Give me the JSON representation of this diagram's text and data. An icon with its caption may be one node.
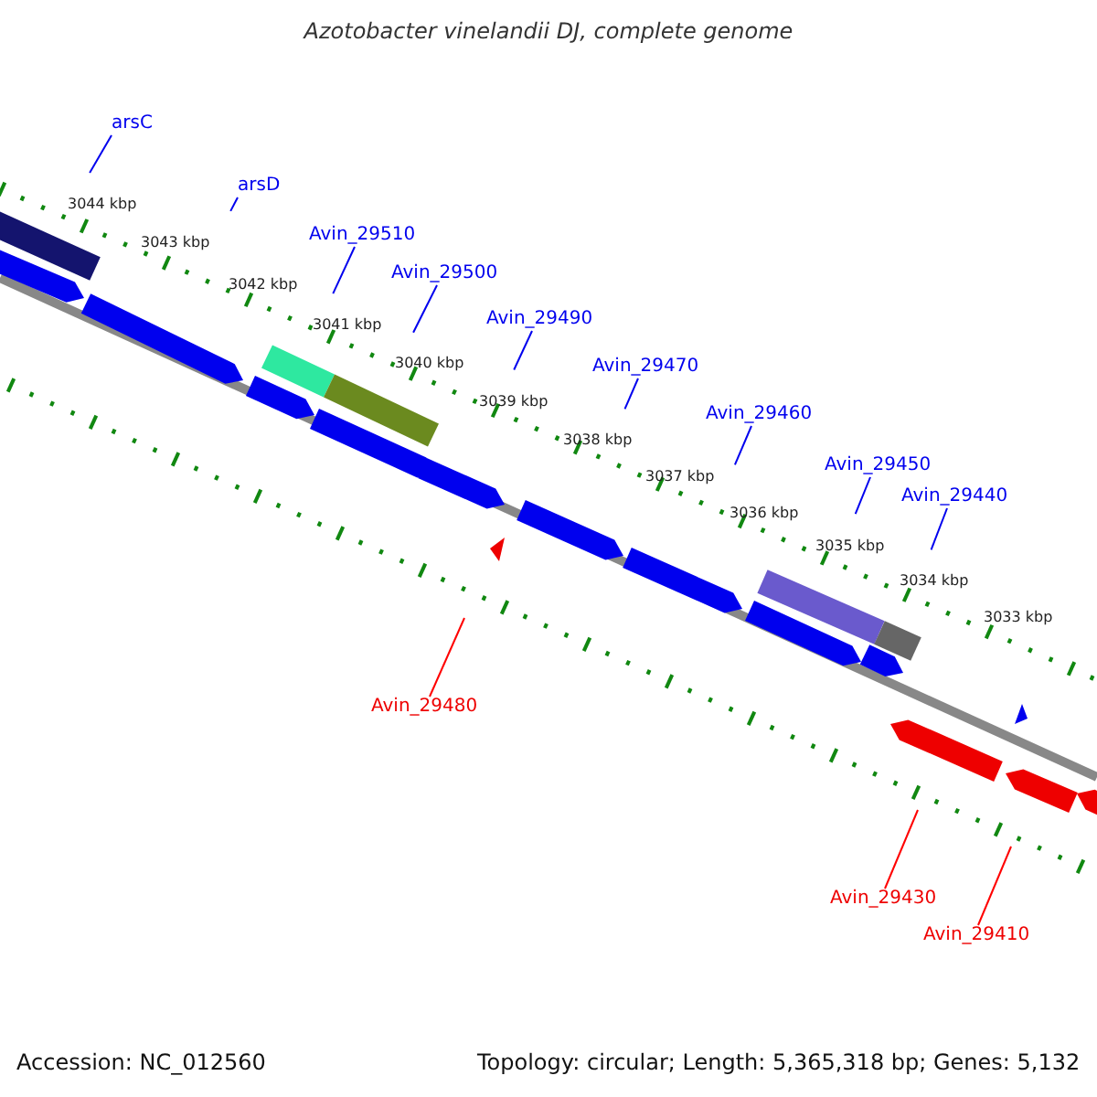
{
  "diagram": {
    "title": "Azotobacter vinelandii DJ, complete genome",
    "nodes": [
      {
        "text": [
          "arsC"
        ]
      },
      {
        "text": [
          "arsD"
        ]
      },
      {
        "text": [
          "Avin_29510"
        ]
      },
      {
        "text": [
          "Avin_29500"
        ]
      },
      {
        "text": [
          "Avin_29490"
        ]
      },
      {
        "text": [
          "Avin_29470"
        ]
      },
      {
        "text": [
          "Avin_29460"
        ]
      },
      {
        "text": [
          "Avin_29450"
        ]
      },
      {
        "text": [
          "Avin_29440"
        ]
      },
      {
        "text": [
          "Avin_29480"
        ]
      },
      {
        "text": [
          "Avin_29430"
        ]
      },
      {
        "text": [
          "Avin_29410"
        ]
      }
    ],
    "edges": [
      {
        "from": 0,
        "to": null,
        "arrow": "none"
      },
      {
        "from": 1,
        "to": null,
        "arrow": "none"
      },
      {
        "from": 2,
        "to": null,
        "arrow": "none"
      },
      {
        "from": 3,
        "to": null,
        "arrow": "none"
      },
      {
        "from": 4,
        "to": null,
        "arrow": "none"
      },
      {
        "from": 5,
        "to": null,
        "arrow": "none"
      },
      {
        "from": 6,
        "to": null,
        "arrow": "none"
      },
      {
        "from": 7,
        "to": null,
        "arrow": "none"
      },
      {
        "from": 8,
        "to": null,
        "arrow": "none"
      },
      {
        "from": 9,
        "to": null,
        "arrow": "none",
        "color": "#ff0000"
      },
      {
        "from": 10,
        "to": null,
        "arrow": "none",
        "color": "#ff0000"
      },
      {
        "from": 11,
        "to": null,
        "arrow": "none",
        "color": "#ff0000"
      }
    ],
    "labels": [
      "3044 kbp",
      "3043 kbp",
      "3042 kbp",
      "3041 kbp",
      "3040 kbp",
      "3039 kbp",
      "3038 kbp",
      "3037 kbp",
      "3036 kbp",
      "3035 kbp",
      "3034 kbp",
      "3033 kbp",
      "Accession: NC_012560",
      "Topology: circular; Length: 5,365,318 bp; Genes: 5,132"
    ]
  }
}
